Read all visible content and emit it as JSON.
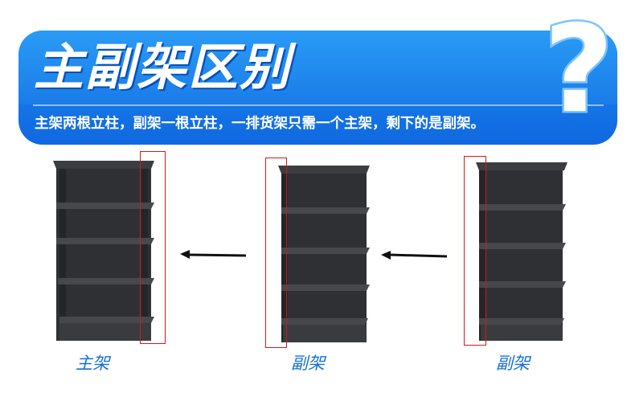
{
  "header": {
    "title": "主副架区别",
    "subtitle": "主架两根立柱，副架一根立柱，一排货架只需一个主架，剩下的是副架。",
    "question_mark": "?",
    "colors": {
      "banner": "#1a7ce8",
      "highlight_frame": "#d21a1a",
      "label": "#1670d8"
    }
  },
  "shelves": [
    {
      "label": "主架",
      "type": "main"
    },
    {
      "label": "副架",
      "type": "auxiliary"
    },
    {
      "label": "副架",
      "type": "auxiliary"
    }
  ],
  "icons": [
    "question-mark-icon",
    "arrow-left-icon"
  ]
}
